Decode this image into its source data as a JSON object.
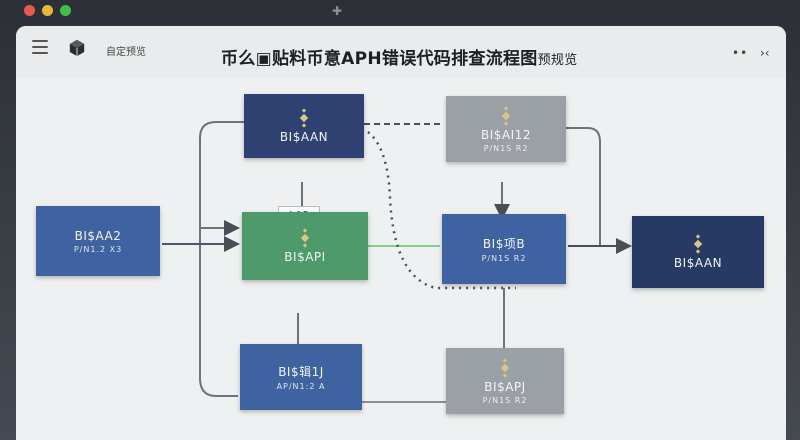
{
  "window": {
    "app_name": "自定预览",
    "title_main": "币么▣贴料币意APH错误代码排查流程图",
    "title_suffix": "预规览",
    "more_glyph": "••",
    "collapse_glyph": "›‹"
  },
  "nodes": {
    "top_center": {
      "label": "BI$AAN",
      "sub": ""
    },
    "top_right": {
      "label": "BI$AI12",
      "sub": "P/N1S R2"
    },
    "left": {
      "label": "BI$AA2",
      "sub": "P/N1.2 X3"
    },
    "center": {
      "label": "BI$API",
      "sub": ""
    },
    "mid_right": {
      "label": "BI$项B",
      "sub": "P/N1S R2"
    },
    "far_right": {
      "label": "BI$AAN",
      "sub": ""
    },
    "bottom_center": {
      "label": "BI$辑1J",
      "sub": "AP/N1:2 A"
    },
    "bottom_right": {
      "label": "BI$APJ",
      "sub": "P/N1S R2"
    }
  },
  "tag_label": "↑0R",
  "colors": {
    "dark": "#2e4170",
    "blue": "#3f62a0",
    "green": "#4e9a6a",
    "gray": "#9ba0a6",
    "navy": "#263a63"
  }
}
